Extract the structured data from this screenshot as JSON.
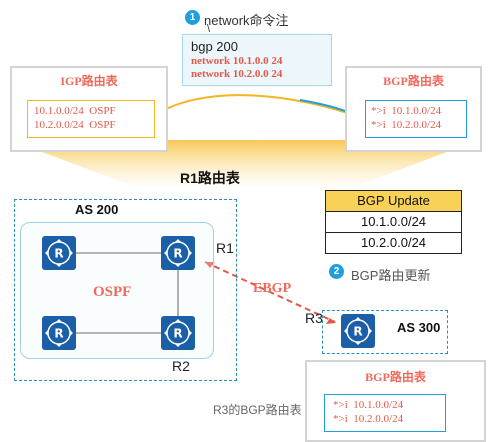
{
  "top_note": {
    "badge": "1",
    "label": "network命令注",
    "caret": "\\",
    "command": "bgp 200",
    "lines": [
      "network 10.1.0.0 24",
      "network 10.2.0.0 24"
    ]
  },
  "igp_table": {
    "title": "IGP路由表",
    "rows": [
      "10.1.0.0/24  OSPF",
      "10.2.0.0/24  OSPF"
    ]
  },
  "bgp_table_top": {
    "title": "BGP路由表",
    "rows": [
      "*>i  10.1.0.0/24",
      "*>i  10.2.0.0/24"
    ]
  },
  "r1_table_label": "R1路由表",
  "as200": {
    "label": "AS 200",
    "igp": "OSPF",
    "r1": "R1",
    "r2": "R2"
  },
  "ebgp_label": "EBGP",
  "bgp_update": {
    "header": "BGP Update",
    "rows": [
      "10.1.0.0/24",
      "10.2.0.0/24"
    ]
  },
  "step2": {
    "badge": "2",
    "label": "BGP路由更新"
  },
  "as300": {
    "label": "AS 300",
    "r3": "R3"
  },
  "bgp_table_r3": {
    "title": "BGP路由表",
    "rows": [
      "*>i  10.1.0.0/24",
      "*>i  10.2.0.0/24"
    ],
    "caption": "R3的BGP路由表"
  },
  "colors": {
    "accent_red": "#ef6a5b",
    "router_blue": "#1a5fa7",
    "dash_teal": "#2b8fb3",
    "note_bg": "#ecf6fb",
    "update_header": "#f8d257",
    "funnel": "#f6c44c"
  },
  "icons": [
    "router-icon"
  ]
}
